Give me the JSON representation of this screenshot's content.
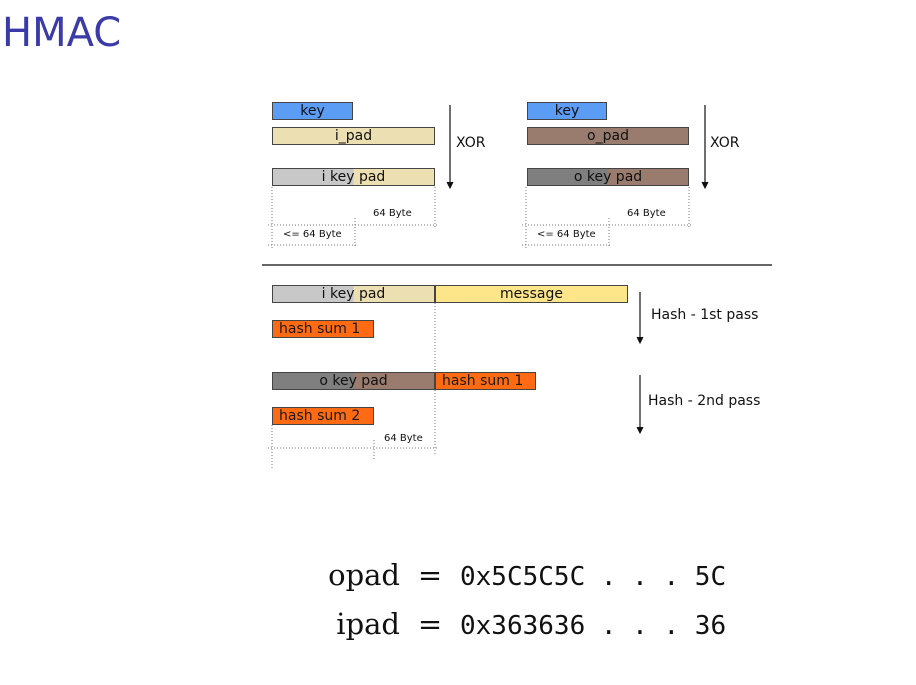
{
  "title": "HMAC",
  "diagram": {
    "top_left": {
      "key": "key",
      "pad": "i_pad",
      "xor": "XOR",
      "key_pad": "i key pad",
      "byte_64": "64 Byte",
      "byte_le_64": "<= 64 Byte"
    },
    "top_right": {
      "key": "key",
      "pad": "o_pad",
      "xor": "XOR",
      "key_pad": "o key pad",
      "byte_64": "64 Byte",
      "byte_le_64": "<= 64 Byte"
    },
    "bottom": {
      "i_key_pad": "i key pad",
      "message": "message",
      "hash_sum_1": "hash sum 1",
      "pass1": "Hash - 1st pass",
      "o_key_pad": "o key pad",
      "hash_sum_1b": "hash sum 1",
      "hash_sum_2": "hash sum 2",
      "pass2": "Hash  - 2nd pass",
      "byte_64": "64 Byte"
    }
  },
  "formulas": [
    {
      "name": "opad",
      "eq": "=",
      "value": "0x5C5C5C . . . 5C"
    },
    {
      "name": "ipad",
      "eq": "=",
      "value": "0x363636 . . . 36"
    }
  ]
}
